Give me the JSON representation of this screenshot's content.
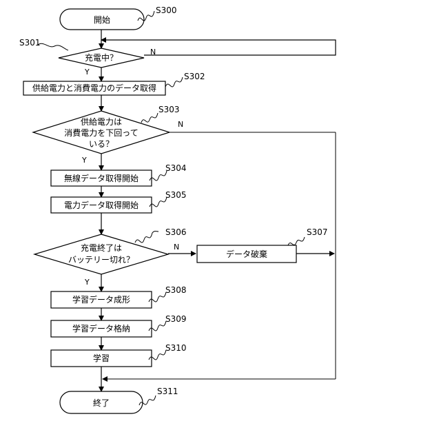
{
  "steps": {
    "s300": {
      "id": "S300",
      "text": "開始"
    },
    "s301": {
      "id": "S301",
      "text": "充電中？"
    },
    "s302": {
      "id": "S302",
      "text": "供給電力と消費電力のデータ取得"
    },
    "s303": {
      "id": "S303",
      "line1": "供給電力は",
      "line2": "消費電力を下回って",
      "line3": "いる？"
    },
    "s304": {
      "id": "S304",
      "text": "無線データ取得開始"
    },
    "s305": {
      "id": "S305",
      "text": "電力データ取得開始"
    },
    "s306": {
      "id": "S306",
      "line1": "充電終了は",
      "line2": "バッテリー切れ？"
    },
    "s307": {
      "id": "S307",
      "text": "データ破棄"
    },
    "s308": {
      "id": "S308",
      "text": "学習データ成形"
    },
    "s309": {
      "id": "S309",
      "text": "学習データ格納"
    },
    "s310": {
      "id": "S310",
      "text": "学習"
    },
    "s311": {
      "id": "S311",
      "text": "終了"
    }
  },
  "labels": {
    "yes": "Y",
    "no": "N"
  }
}
